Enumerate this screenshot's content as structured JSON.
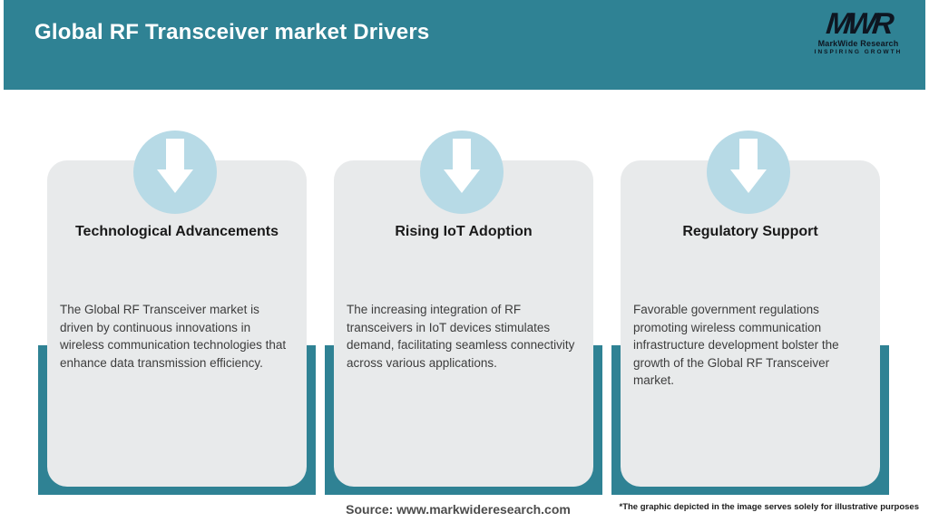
{
  "colors": {
    "teal": "#2f8294",
    "light_blue": "#b7dae6",
    "card_bg": "#e8eaeb",
    "header_text": "#ffffff",
    "heading_text": "#1a1a1a",
    "body_text": "#3d3d3d",
    "source_text": "#4c4c4c",
    "disclaimer_text": "#1c1c1c",
    "logo_ink": "#0e1621",
    "arrow": "#ffffff"
  },
  "header": {
    "title": "Global RF Transceiver market Drivers",
    "logo": {
      "monogram": "MWR",
      "name": "MarkWide Research",
      "tagline": "INSPIRING GROWTH"
    }
  },
  "cards": [
    {
      "title": "Technological Advancements",
      "description": "The Global RF Transceiver market is driven by continuous innovations in wireless communication technologies that enhance data transmission efficiency."
    },
    {
      "title": "Rising IoT Adoption",
      "description": "The increasing integration of RF transceivers in IoT devices stimulates demand, facilitating seamless connectivity across various applications."
    },
    {
      "title": "Regulatory Support",
      "description": "Favorable government regulations promoting wireless communication infrastructure development bolster the growth of the Global RF Transceiver market."
    }
  ],
  "footer": {
    "source": "Source: www.markwideresearch.com",
    "disclaimer": "*The graphic depicted in the image serves solely for illustrative purposes"
  }
}
